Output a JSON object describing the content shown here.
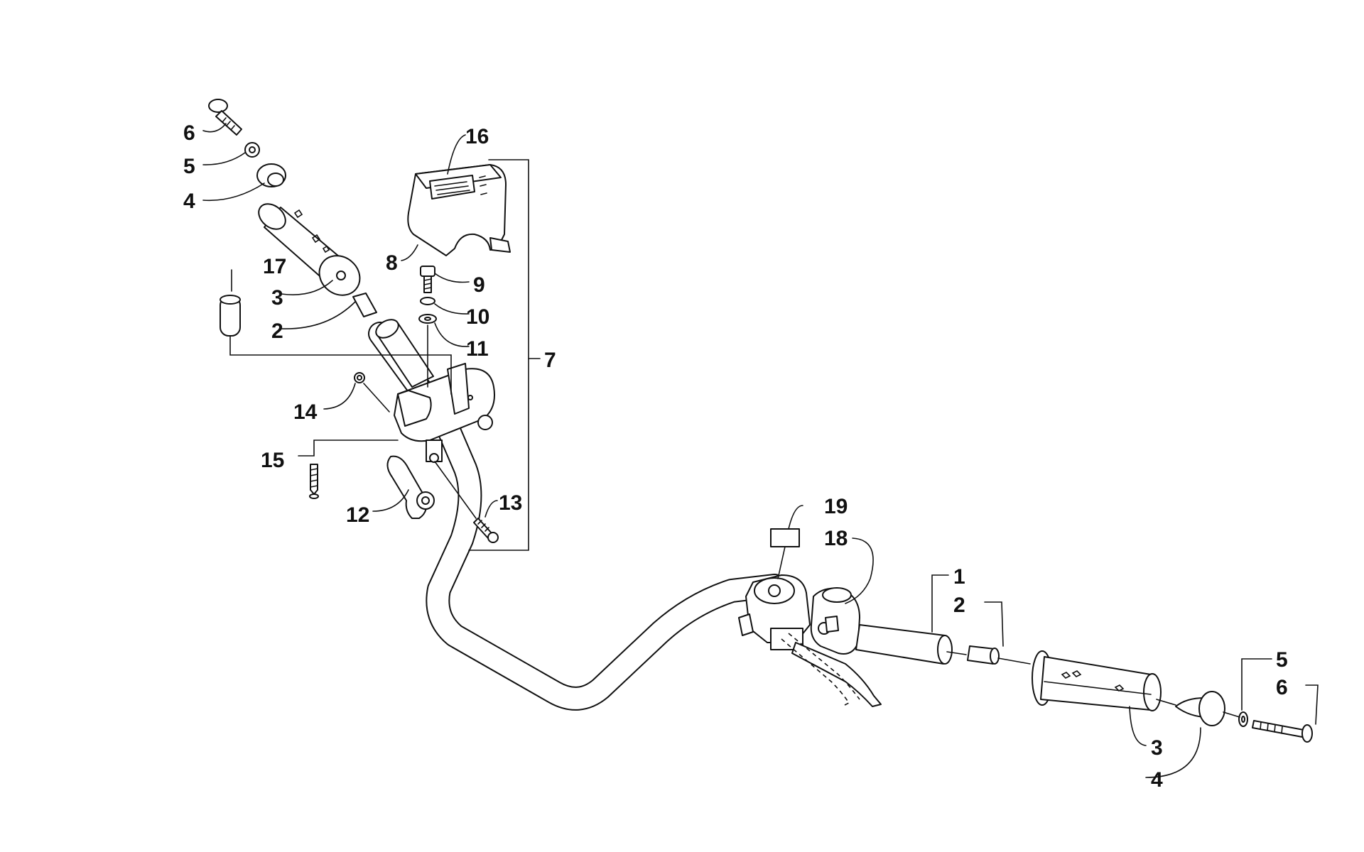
{
  "callouts": {
    "left_6": "6",
    "left_5": "5",
    "left_4": "4",
    "left_17": "17",
    "left_3": "3",
    "left_2": "2",
    "top_16": "16",
    "top_8": "8",
    "top_9": "9",
    "top_10": "10",
    "top_11": "11",
    "bracket_7": "7",
    "left_14": "14",
    "left_15": "15",
    "left_12": "12",
    "left_13": "13",
    "right_19": "19",
    "right_18": "18",
    "right_1": "1",
    "right_2": "2",
    "right_5": "5",
    "right_6": "6",
    "right_3": "3",
    "right_4": "4"
  },
  "colors": {
    "line": "#111111",
    "background": "#ffffff"
  }
}
